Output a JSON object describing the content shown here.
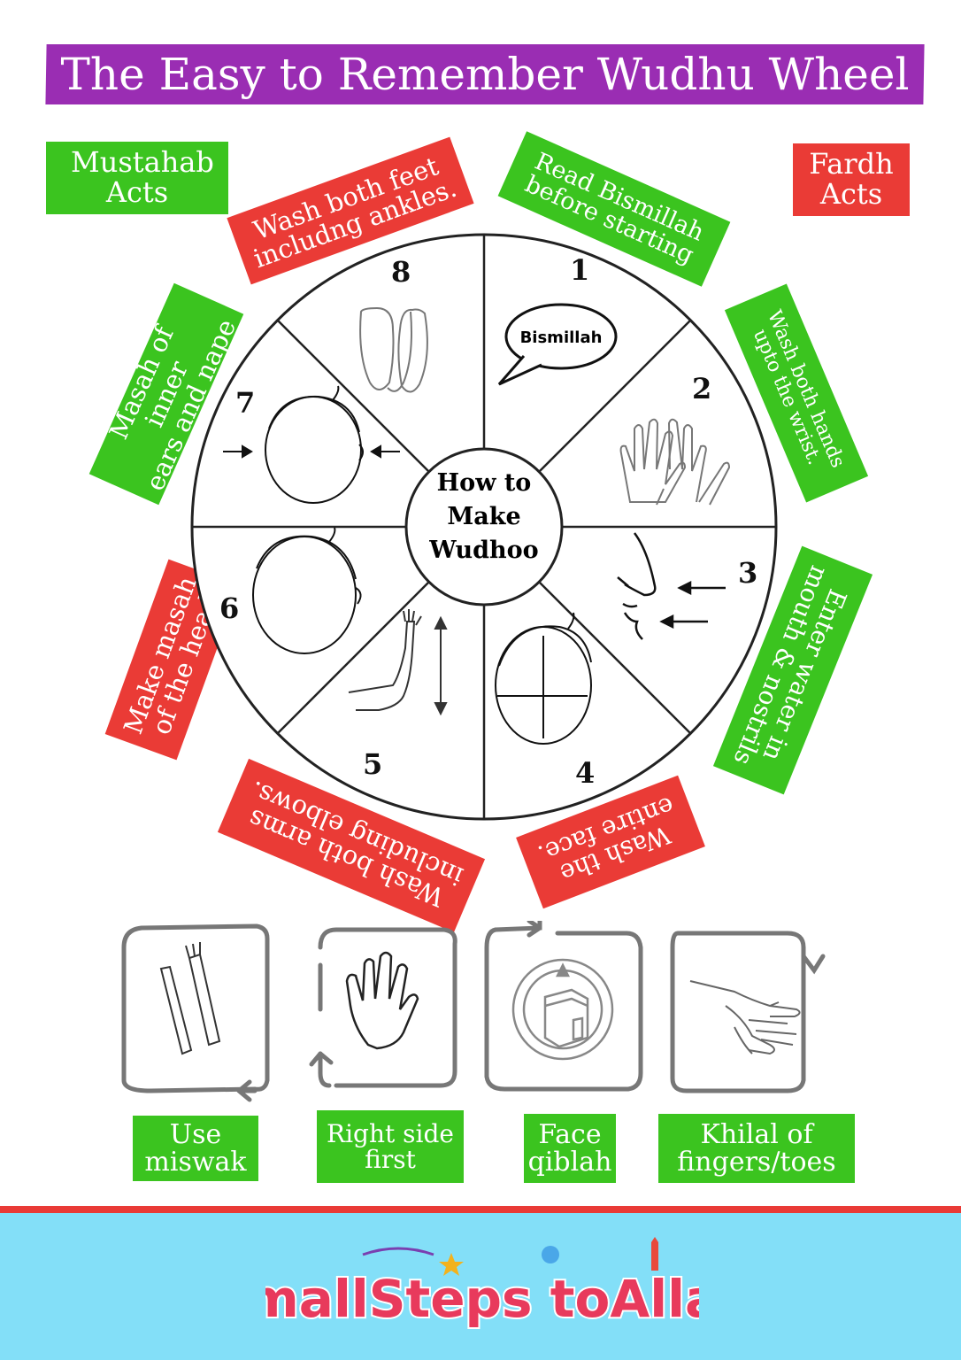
{
  "title": "The Easy to Remember Wudhu Wheel",
  "legend": {
    "mustahab": "Mustahab Acts",
    "fardh": "Fardh Acts"
  },
  "wheel": {
    "center": [
      "How to",
      "Make",
      "Wudhoo"
    ],
    "speech_bubble": "Bismillah",
    "numbers": [
      "1",
      "2",
      "3",
      "4",
      "5",
      "6",
      "7",
      "8"
    ]
  },
  "steps": {
    "s1": [
      "Read Bismillah",
      "before starting"
    ],
    "s2": [
      "Wash both hands",
      "upto the wrist."
    ],
    "s3": [
      "Enter water in",
      "mouth & nostrils"
    ],
    "s4": [
      "Wash the",
      "entire face."
    ],
    "s5": [
      "Wash both arms",
      "including elbows."
    ],
    "s6": [
      "Make masah",
      "of the head"
    ],
    "s7": [
      "Masah of inner",
      "ears and nape"
    ],
    "s8": [
      "Wash both feet",
      "includng ankles."
    ]
  },
  "sunnah": [
    {
      "label": [
        "Use",
        "miswak"
      ],
      "icon": "miswak-icon"
    },
    {
      "label": [
        "Right side",
        "first"
      ],
      "icon": "hand-icon"
    },
    {
      "label": [
        "Face",
        "qiblah"
      ],
      "icon": "kaaba-icon"
    },
    {
      "label": [
        "Khilal of",
        "fingers/toes"
      ],
      "icon": "interlaced-fingers-icon"
    }
  ],
  "logo": "SmallSteps toAllah",
  "colors": {
    "title_band": "#9a2db3",
    "green": "#3bc41f",
    "red": "#ea3b36",
    "footer": "#83dff8"
  }
}
